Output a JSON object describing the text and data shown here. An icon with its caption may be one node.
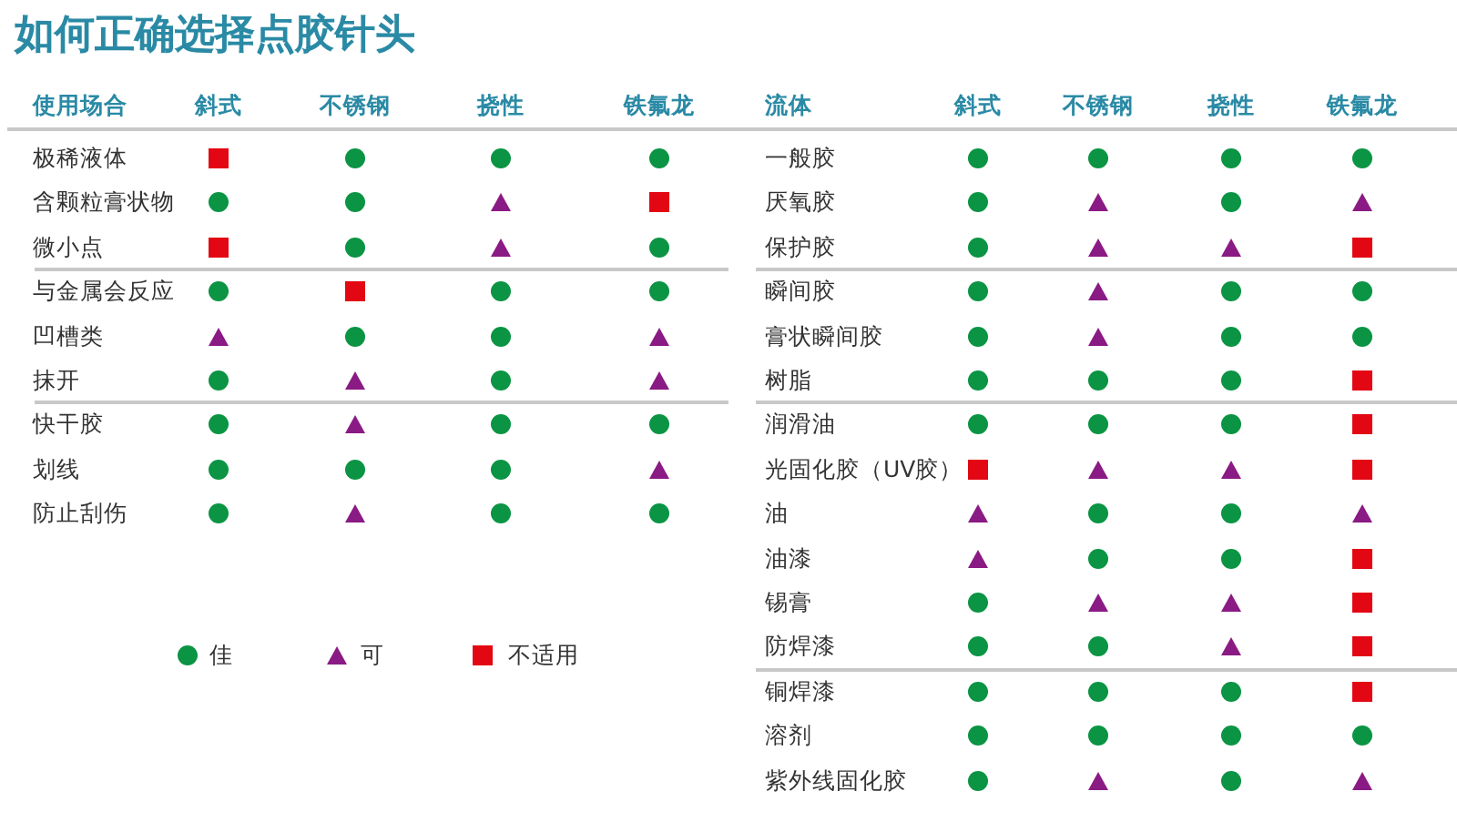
{
  "diagram": {
    "title": "如何正确选择点胶针头",
    "labels": [
      "使用场合",
      "斜式",
      "不锈钢",
      "挠性",
      "铁氟龙",
      "极稀液体",
      "含颗粒膏状物",
      "微小点",
      "与金属会反应",
      "凹槽类",
      "抹开",
      "快干胶",
      "划线",
      "防止刮伤",
      "流体",
      "斜式",
      "不锈钢",
      "挠性",
      "铁氟龙",
      "一般胶",
      "厌氧胶",
      "保护胶",
      "瞬间胶",
      "膏状瞬间胶",
      "树脂",
      "润滑油",
      "光固化胶（UV胶）",
      "油",
      "油漆",
      "锡膏",
      "防焊漆",
      "铜焊漆",
      "溶剂",
      "紫外线固化胶"
    ],
    "nodes": [
      {
        "text": [],
        "shape": "square"
      },
      {
        "text": [],
        "shape": "circle"
      },
      {
        "text": [],
        "shape": "circle"
      },
      {
        "text": [],
        "shape": "circle"
      },
      {
        "text": [],
        "shape": "circle"
      },
      {
        "text": [],
        "shape": "circle"
      },
      {
        "text": [],
        "shape": "triangle"
      },
      {
        "text": [],
        "shape": "square"
      },
      {
        "text": [],
        "shape": "square"
      },
      {
        "text": [],
        "shape": "circle"
      },
      {
        "text": [],
        "shape": "triangle"
      },
      {
        "text": [],
        "shape": "circle"
      },
      {
        "text": [],
        "shape": "circle"
      },
      {
        "text": [],
        "shape": "square"
      },
      {
        "text": [],
        "shape": "circle"
      },
      {
        "text": [],
        "shape": "circle"
      },
      {
        "text": [],
        "shape": "triangle"
      },
      {
        "text": [],
        "shape": "circle"
      },
      {
        "text": [],
        "shape": "circle"
      },
      {
        "text": [],
        "shape": "triangle"
      },
      {
        "text": [],
        "shape": "circle"
      },
      {
        "text": [],
        "shape": "triangle"
      },
      {
        "text": [],
        "shape": "circle"
      },
      {
        "text": [],
        "shape": "triangle"
      },
      {
        "text": [],
        "shape": "circle"
      },
      {
        "text": [],
        "shape": "triangle"
      },
      {
        "text": [],
        "shape": "circle"
      },
      {
        "text": [],
        "shape": "circle"
      },
      {
        "text": [],
        "shape": "circle"
      },
      {
        "text": [],
        "shape": "circle"
      },
      {
        "text": [],
        "shape": "circle"
      },
      {
        "text": [],
        "shape": "triangle"
      },
      {
        "text": [],
        "shape": "circle"
      },
      {
        "text": [],
        "shape": "triangle"
      },
      {
        "text": [],
        "shape": "circle"
      },
      {
        "text": [],
        "shape": "circle"
      },
      {
        "text": [],
        "shape": "circle"
      },
      {
        "text": [],
        "shape": "circle"
      },
      {
        "text": [],
        "shape": "circle"
      },
      {
        "text": [],
        "shape": "circle"
      },
      {
        "text": [],
        "shape": "circle"
      },
      {
        "text": [],
        "shape": "triangle"
      },
      {
        "text": [],
        "shape": "circle"
      },
      {
        "text": [],
        "shape": "triangle"
      },
      {
        "text": [],
        "shape": "circle"
      },
      {
        "text": [],
        "shape": "triangle"
      },
      {
        "text": [],
        "shape": "triangle"
      },
      {
        "text": [],
        "shape": "square"
      },
      {
        "text": [],
        "shape": "circle"
      },
      {
        "text": [],
        "shape": "triangle"
      },
      {
        "text": [],
        "shape": "circle"
      },
      {
        "text": [],
        "shape": "circle"
      },
      {
        "text": [],
        "shape": "circle"
      },
      {
        "text": [],
        "shape": "triangle"
      },
      {
        "text": [],
        "shape": "circle"
      },
      {
        "text": [],
        "shape": "circle"
      },
      {
        "text": [],
        "shape": "circle"
      },
      {
        "text": [],
        "shape": "circle"
      },
      {
        "text": [],
        "shape": "circle"
      },
      {
        "text": [],
        "shape": "square"
      },
      {
        "text": [],
        "shape": "circle"
      },
      {
        "text": [],
        "shape": "circle"
      },
      {
        "text": [],
        "shape": "circle"
      },
      {
        "text": [],
        "shape": "square"
      },
      {
        "text": [],
        "shape": "square"
      },
      {
        "text": [],
        "shape": "triangle"
      },
      {
        "text": [],
        "shape": "triangle"
      },
      {
        "text": [],
        "shape": "square"
      },
      {
        "text": [],
        "shape": "triangle"
      },
      {
        "text": [],
        "shape": "circle"
      },
      {
        "text": [],
        "shape": "circle"
      },
      {
        "text": [],
        "shape": "triangle"
      },
      {
        "text": [],
        "shape": "triangle"
      },
      {
        "text": [],
        "shape": "circle"
      },
      {
        "text": [],
        "shape": "circle"
      },
      {
        "text": [],
        "shape": "square"
      },
      {
        "text": [],
        "shape": "circle"
      },
      {
        "text": [],
        "shape": "triangle"
      },
      {
        "text": [],
        "shape": "triangle"
      },
      {
        "text": [],
        "shape": "square"
      },
      {
        "text": [],
        "shape": "circle"
      },
      {
        "text": [],
        "shape": "circle"
      },
      {
        "text": [],
        "shape": "triangle"
      },
      {
        "text": [],
        "shape": "square"
      },
      {
        "text": [],
        "shape": "circle"
      },
      {
        "text": [],
        "shape": "circle"
      },
      {
        "text": [],
        "shape": "circle"
      },
      {
        "text": [],
        "shape": "square"
      },
      {
        "text": [],
        "shape": "circle"
      },
      {
        "text": [],
        "shape": "circle"
      },
      {
        "text": [],
        "shape": "circle"
      },
      {
        "text": [],
        "shape": "circle"
      },
      {
        "text": [],
        "shape": "circle"
      },
      {
        "text": [],
        "shape": "triangle"
      },
      {
        "text": [],
        "shape": "circle"
      },
      {
        "text": [],
        "shape": "triangle"
      }
    ],
    "legend": [
      {
        "text": "佳",
        "color": "#0a9443"
      },
      {
        "text": "可",
        "color": "#8a1a84"
      },
      {
        "text": "不适用",
        "color": "#e30613"
      }
    ]
  }
}
